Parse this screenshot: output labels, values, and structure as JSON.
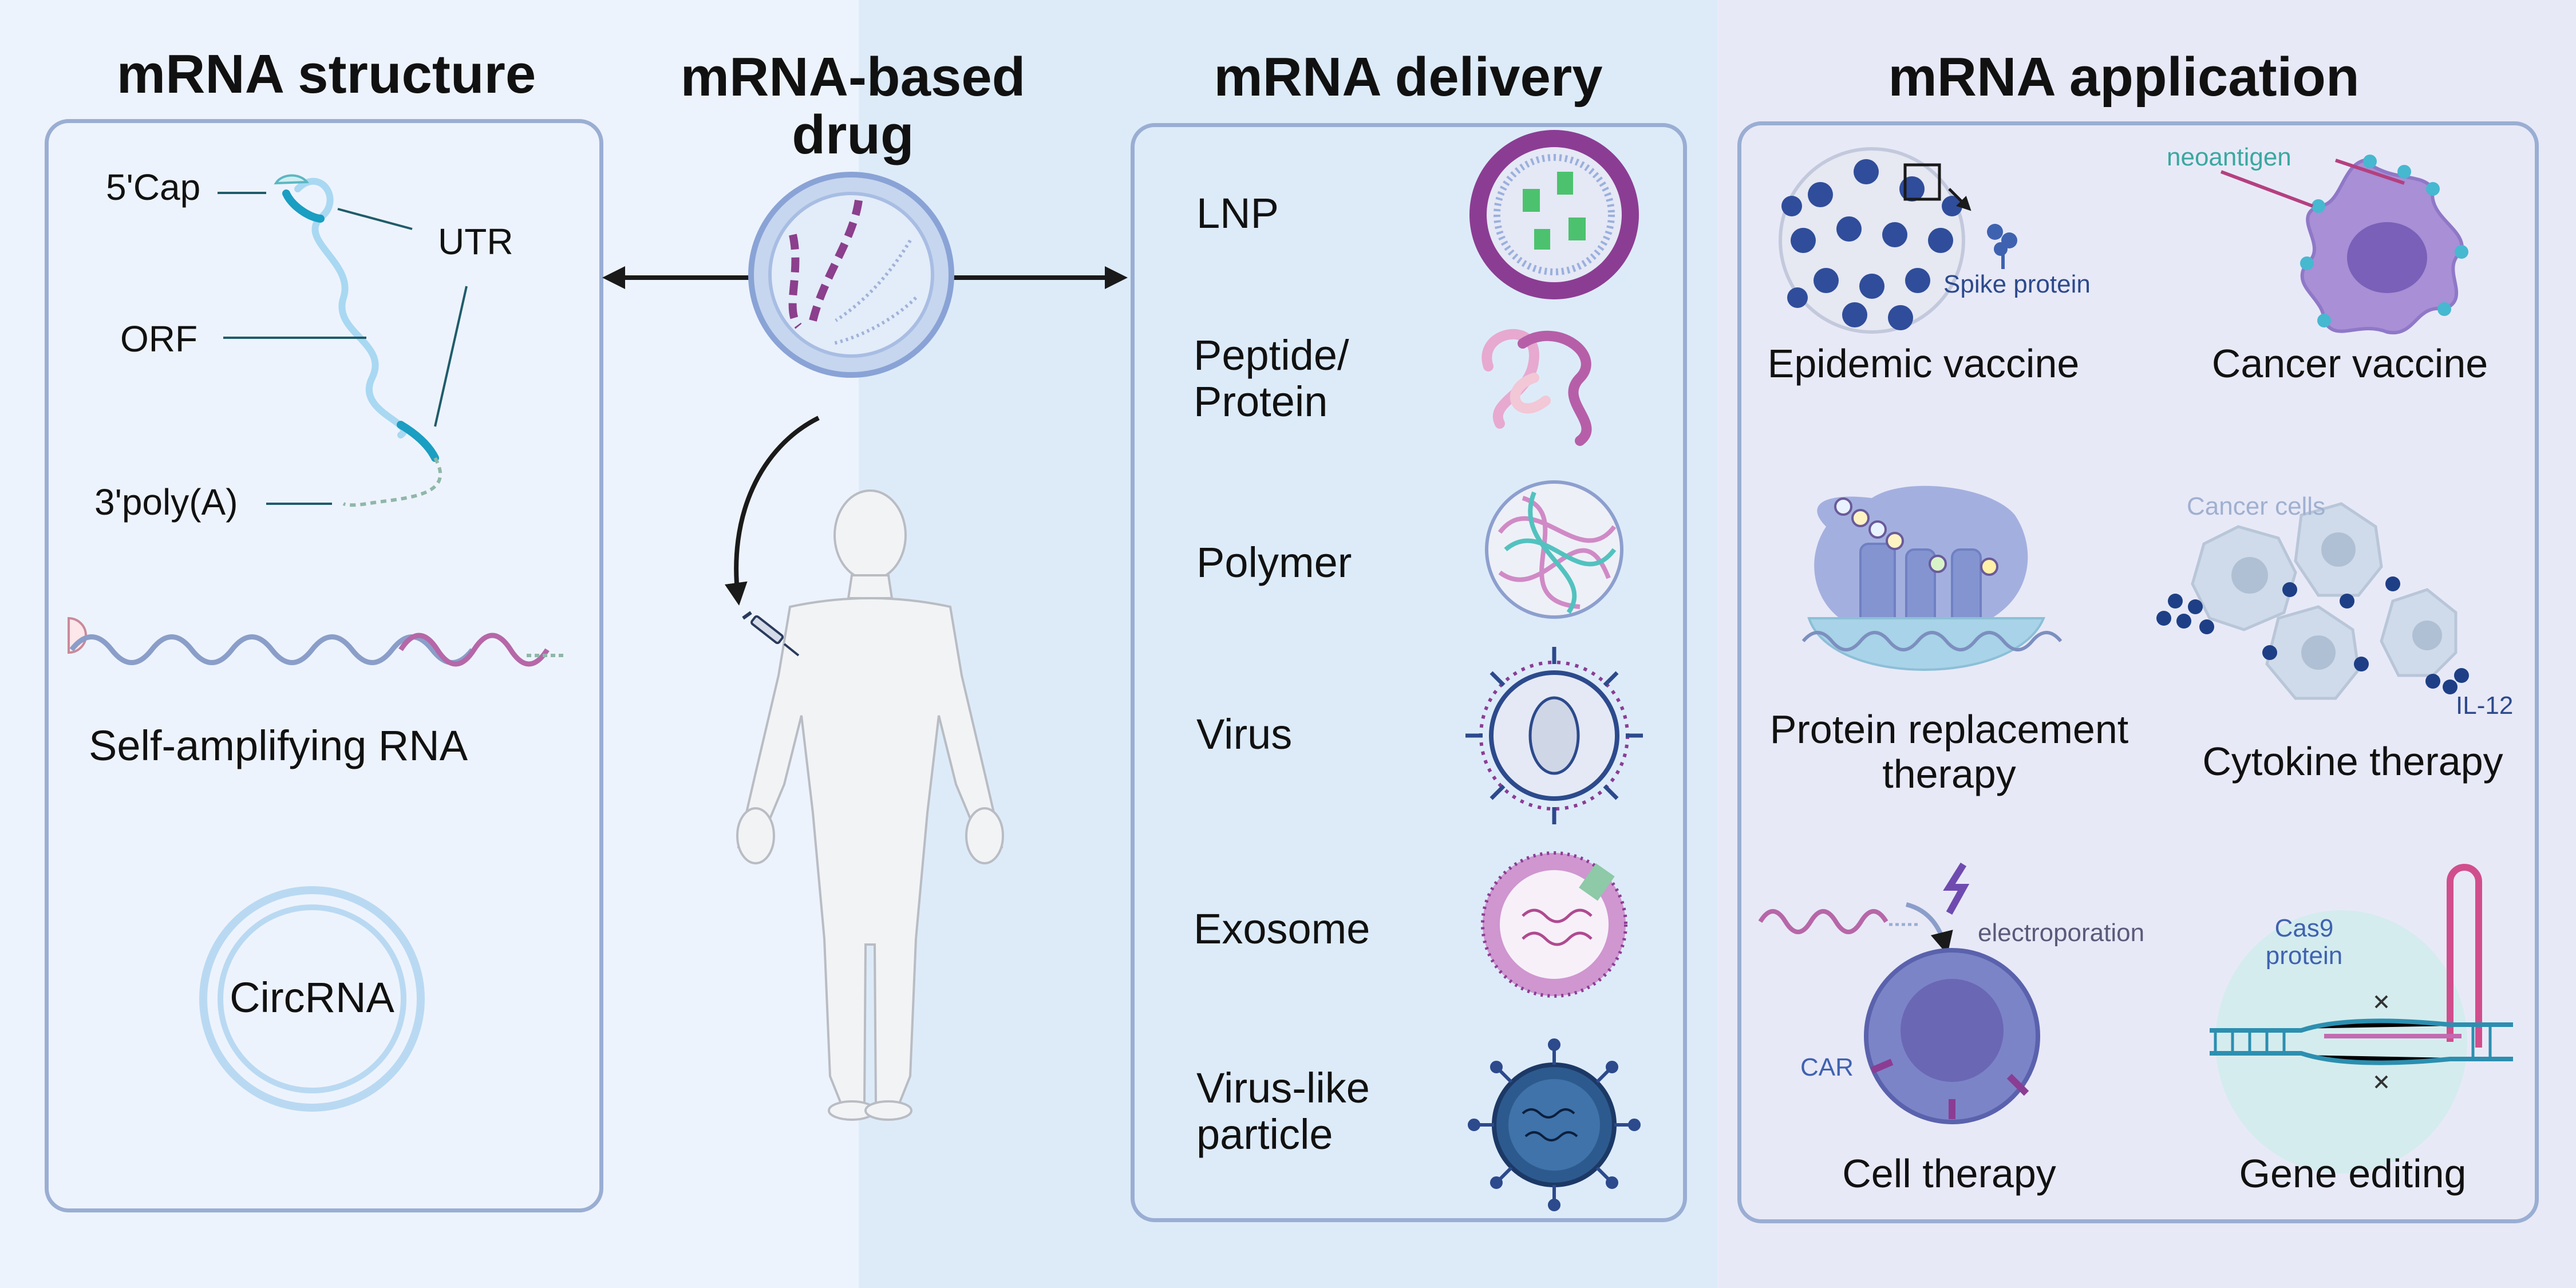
{
  "headings": {
    "structure": "mRNA structure",
    "drug_line1": "mRNA-based",
    "drug_line2": "drug",
    "delivery": "mRNA delivery",
    "application": "mRNA application"
  },
  "structure": {
    "cap": "5'Cap",
    "utr": "UTR",
    "orf": "ORF",
    "polya": "3'poly(A)",
    "sarna": "Self-amplifying RNA",
    "circrna": "CircRNA"
  },
  "delivery": {
    "items": [
      {
        "line1": "LNP",
        "line2": ""
      },
      {
        "line1": "Peptide/",
        "line2": "Protein"
      },
      {
        "line1": "Polymer",
        "line2": ""
      },
      {
        "line1": "Virus",
        "line2": ""
      },
      {
        "line1": "Exosome",
        "line2": ""
      },
      {
        "line1": "Virus-like",
        "line2": "particle"
      }
    ]
  },
  "application": {
    "epidemic": "Epidemic vaccine",
    "spike": "Spike protein",
    "cancer_vaccine": "Cancer vaccine",
    "neoantigen": "neoantigen",
    "protein_line1": "Protein replacement",
    "protein_line2": "therapy",
    "cytokine": "Cytokine therapy",
    "cancer_cells": "Cancer cells",
    "il12": "IL-12",
    "cell_therapy": "Cell therapy",
    "electroporation": "electroporation",
    "car": "CAR",
    "gene_editing": "Gene editing",
    "cas9_line1": "Cas9",
    "cas9_line2": "protein"
  },
  "colors": {
    "panel_border": "#9aaed3",
    "rna_light": "#a9d8f2",
    "rna_dark": "#1a9ec2",
    "purple": "#8b4a8f",
    "teal": "#3aa8a0",
    "navy": "#2c4a8c"
  }
}
